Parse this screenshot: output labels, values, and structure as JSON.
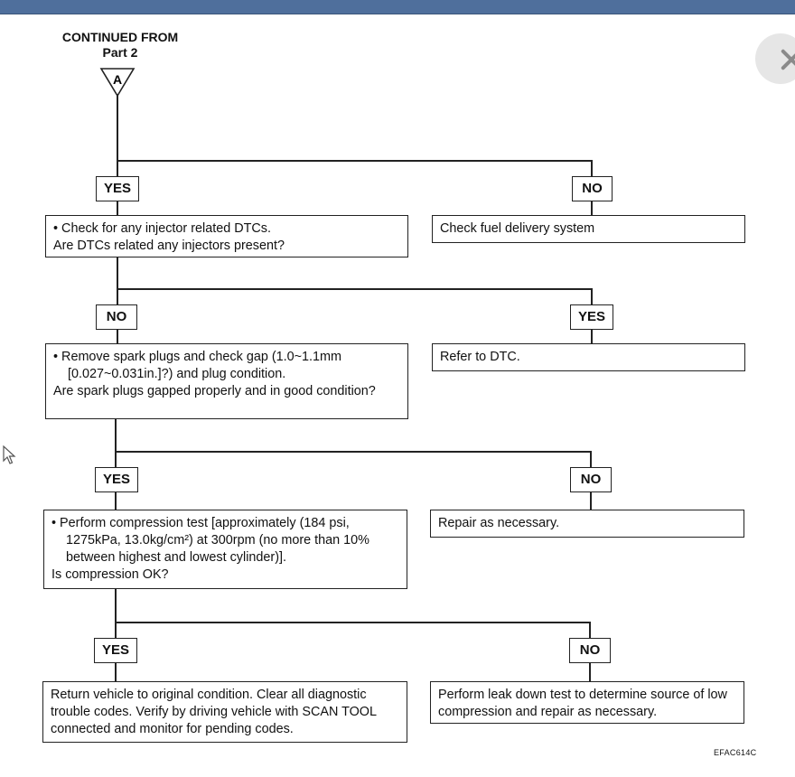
{
  "header": {
    "continued_line1": "CONTINUED FROM",
    "continued_line2": "Part 2",
    "connector_label": "A"
  },
  "steps": [
    {
      "check_bullet": "Check for any injector related DTCs.",
      "check_question": "Are DTCs related any injectors present?",
      "left_answer": "YES",
      "right_answer": "NO",
      "right_action": "Check fuel delivery system"
    },
    {
      "check_bullet": "Remove spark plugs and check gap (1.0~1.1mm [0.027~0.031in.]?) and plug condition.",
      "check_question": "Are spark plugs gapped properly and in good condition?",
      "left_answer": "NO",
      "right_answer": "YES",
      "right_action": "Refer to DTC."
    },
    {
      "check_bullet": "Perform compression test [approximately (184 psi, 1275kPa, 13.0kg/cm²) at 300rpm (no more than 10% between highest and lowest cylinder)].",
      "check_question": "Is compression OK?",
      "left_answer": "YES",
      "right_answer": "NO",
      "right_action": "Repair as necessary."
    },
    {
      "left_answer": "YES",
      "right_answer": "NO",
      "left_action": "Return vehicle to original condition. Clear all diagnostic trouble codes. Verify by driving vehicle with SCAN TOOL connected and monitor for pending codes.",
      "right_action": "Perform leak down test to determine source of low compression and repair as necessary."
    }
  ],
  "figure_code": "EFAC614C",
  "icons": {
    "close": "close-icon",
    "cursor": "mouse-pointer-icon"
  },
  "colors": {
    "topbar": "#4f6f9c",
    "line": "#222222"
  }
}
